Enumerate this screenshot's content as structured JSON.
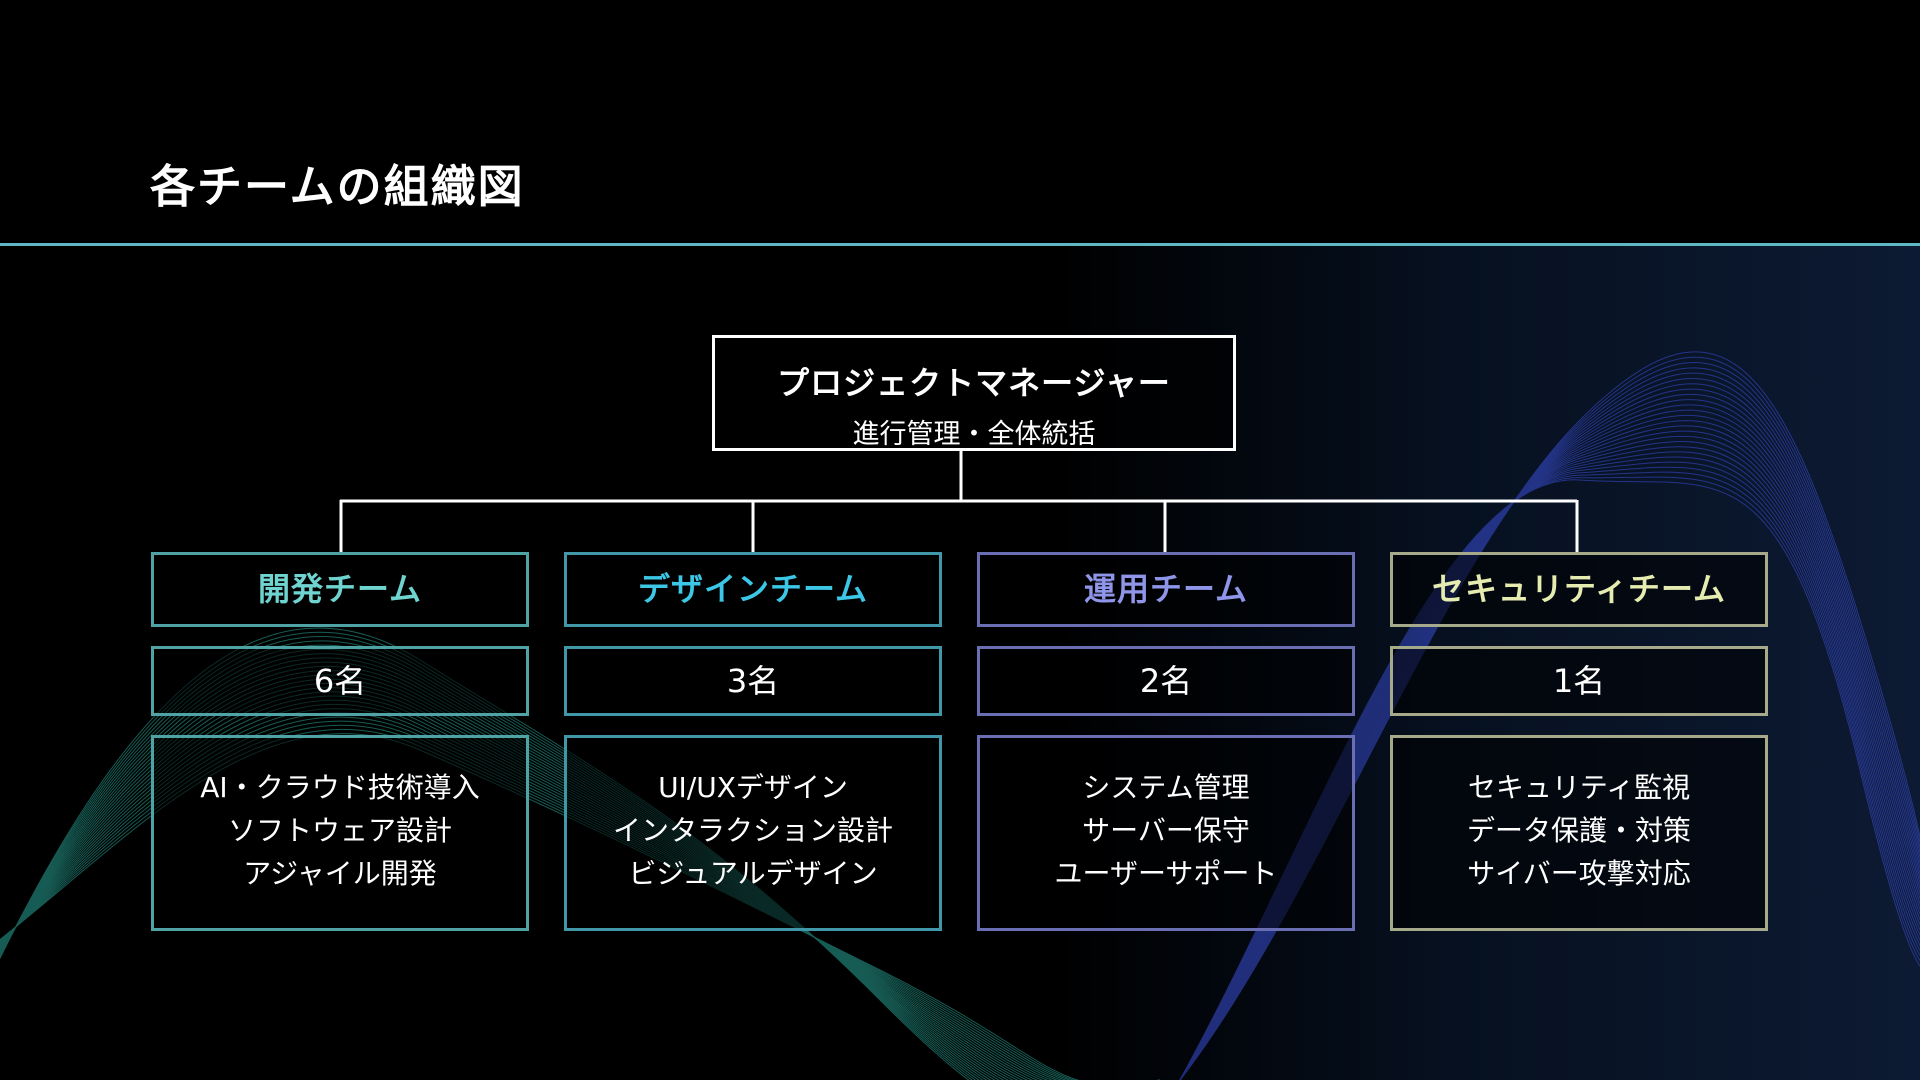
{
  "title": "各チームの組織図",
  "manager": {
    "title": "プロジェクトマネージャー",
    "subtitle": "進行管理・全体統括"
  },
  "teams": [
    {
      "name": "開発チーム",
      "count": "6名",
      "duties": [
        "AI・クラウド技術導入",
        "ソフトウェア設計",
        "アジャイル開発"
      ],
      "color": "#4fa3a5",
      "text_color": "#6fd3cf"
    },
    {
      "name": "デザインチーム",
      "count": "3名",
      "duties": [
        "UI/UXデザイン",
        "インタラクション設計",
        "ビジュアルデザイン"
      ],
      "color": "#3f97a8",
      "text_color": "#3cc7e6"
    },
    {
      "name": "運用チーム",
      "count": "2名",
      "duties": [
        "システム管理",
        "サーバー保守",
        "ユーザーサポート"
      ],
      "color": "#6a6fb3",
      "text_color": "#8f96ea"
    },
    {
      "name": "セキュリティチーム",
      "count": "1名",
      "duties": [
        "セキュリティ監視",
        "データ保護・対策",
        "サイバー攻撃対応"
      ],
      "color": "#a6a98a",
      "text_color": "#e6ebb0"
    }
  ],
  "colors": {
    "header_line": "#5fb7c4",
    "connector": "#ffffff",
    "wave_teal": "#2aa89a",
    "wave_blue": "#3b4fd6"
  }
}
